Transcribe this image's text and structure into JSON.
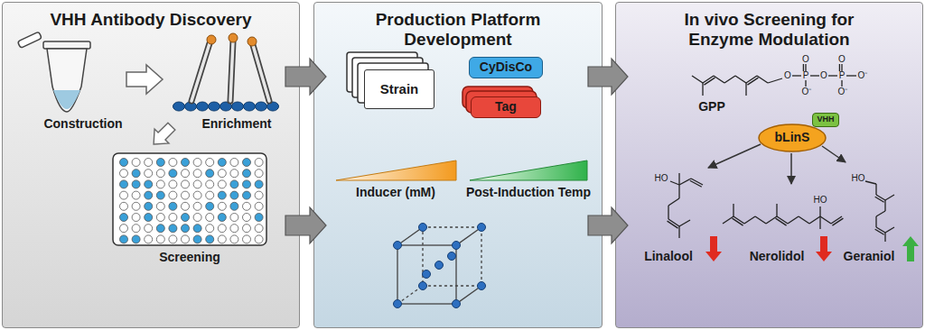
{
  "diagram": {
    "nodes": [
      {
        "text": [
          "VHH Antibody Discovery"
        ]
      },
      {
        "text": [
          "Production Platform Development"
        ]
      },
      {
        "text": [
          "In vivo Screening for Enzyme Modulation"
        ]
      },
      {
        "text": [
          "Strain"
        ],
        "in": 1
      },
      {
        "text": [
          "CyDisCo"
        ],
        "in": 1
      },
      {
        "text": [
          "Tag"
        ],
        "in": 1
      },
      {
        "text": [
          "bLinS"
        ],
        "in": 2
      },
      {
        "text": [
          "VHH"
        ],
        "in": 6
      }
    ],
    "edges": [
      {
        "from": 0,
        "to": 1,
        "arrow": "to"
      },
      {
        "from": 0,
        "to": 1,
        "arrow": "to"
      },
      {
        "from": 1,
        "to": 2,
        "arrow": "to"
      },
      {
        "from": 1,
        "to": 2,
        "arrow": "to"
      }
    ],
    "labels": [
      "Construction",
      "Enrichment",
      "Screening",
      "Inducer (mM)",
      "Post-Induction Temp",
      "O",
      "P",
      "O",
      "O⁻",
      "O",
      "P",
      "O",
      "O⁻",
      "O⁻",
      "GPP",
      "HO",
      "Linalool",
      "HO",
      "Geraniol",
      "HO",
      "Nerolidol"
    ]
  }
}
